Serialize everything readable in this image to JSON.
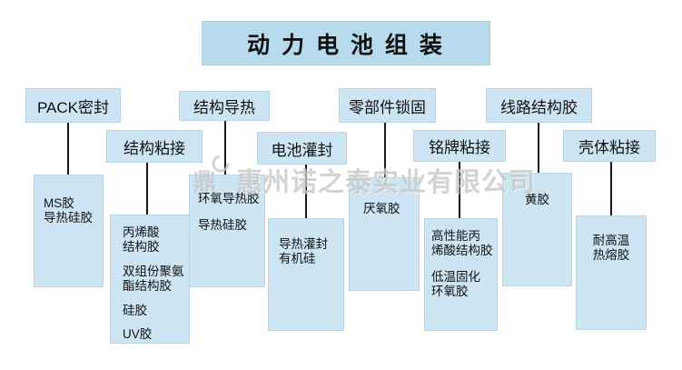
{
  "title": "动 力 电 池 组 装",
  "watermark": {
    "text": "惠州诺之泰实业有限公司",
    "logo_glyph": "鼎"
  },
  "colors": {
    "title_bg": "#b7daec",
    "box_bg": "#cde5f2",
    "line": "#1a1a1a",
    "watermark": "#c9c9c9"
  },
  "columns": [
    {
      "header": "PACK密封",
      "items": [
        "MS胶\n导热硅胶"
      ]
    },
    {
      "header": "结构粘接",
      "items": [
        "丙烯酸\n结构胶",
        "双组份聚氨\n酯结构胶",
        "硅胶",
        "UV胶"
      ]
    },
    {
      "header": "结构导热",
      "items": [
        "环氧导热胶",
        "导热硅胶"
      ]
    },
    {
      "header": "电池灌封",
      "items": [
        "导热灌封\n有机硅"
      ]
    },
    {
      "header": "零部件锁固",
      "items": [
        "厌氧胶"
      ]
    },
    {
      "header": "铭牌粘接",
      "items": [
        "高性能丙\n烯酸结构胶",
        "低温固化\n环氧胶"
      ]
    },
    {
      "header": "线路结构胶",
      "items": [
        "黄胶"
      ]
    },
    {
      "header": "壳体粘接",
      "items": [
        "耐高温\n热熔胶"
      ]
    }
  ]
}
